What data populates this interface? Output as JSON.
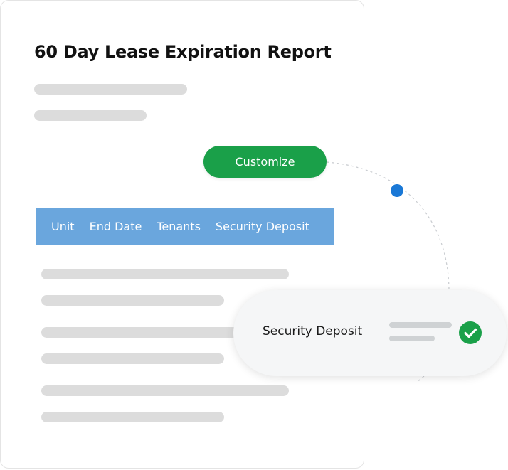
{
  "report": {
    "title": "60 Day Lease Expiration Report"
  },
  "customize_button": {
    "label": "Customize"
  },
  "table": {
    "columns": [
      "Unit",
      "End Date",
      "Tenants",
      "Security Deposit"
    ]
  },
  "field_card": {
    "label": "Security Deposit",
    "status_icon": "check-circle-icon",
    "selected": true
  },
  "colors": {
    "accent_green": "#1aa049",
    "header_blue": "#6aa6dd",
    "connector_dot": "#1a78d6"
  }
}
